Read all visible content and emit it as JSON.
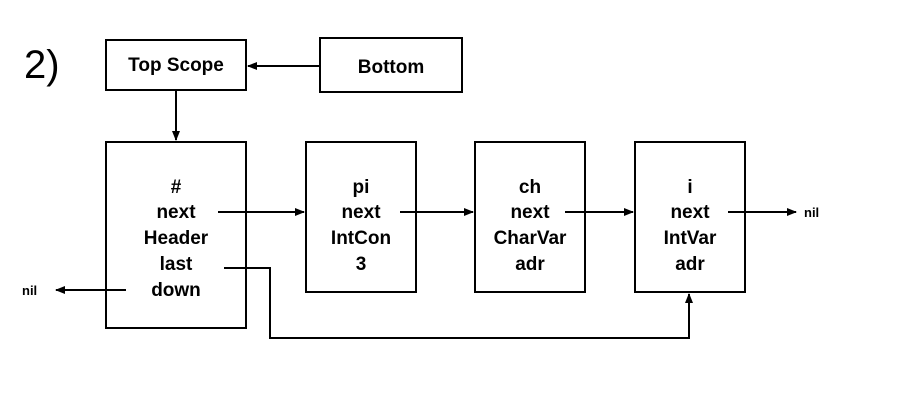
{
  "step_label": "2)",
  "top_scope": {
    "label": "Top Scope"
  },
  "bottom": {
    "label": "Bottom"
  },
  "nodes": [
    {
      "lines": [
        "#",
        "next",
        "Header",
        "last",
        "down"
      ]
    },
    {
      "lines": [
        "pi",
        "next",
        "IntCon",
        "3"
      ]
    },
    {
      "lines": [
        "ch",
        "next",
        "CharVar",
        "adr"
      ]
    },
    {
      "lines": [
        "i",
        "next",
        "IntVar",
        "adr"
      ]
    }
  ],
  "nil_right": "nil",
  "nil_left": "nil",
  "colors": {
    "stroke": "#000000",
    "background": "#ffffff"
  }
}
